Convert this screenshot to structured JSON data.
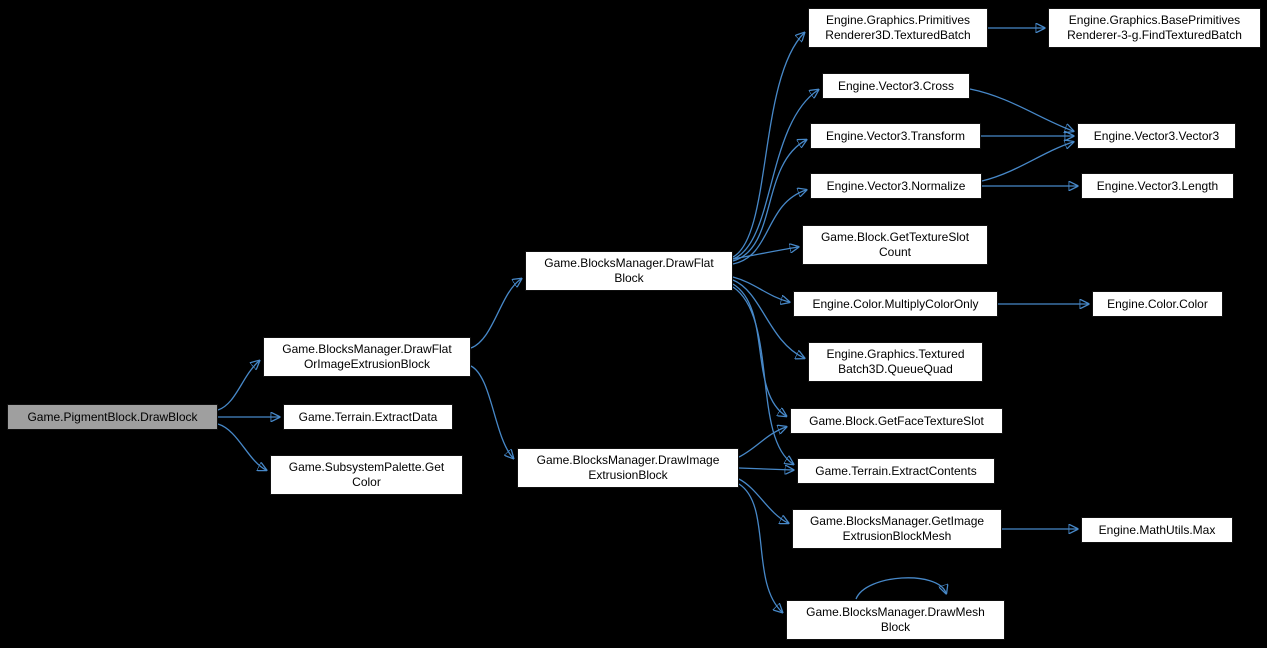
{
  "diagram": {
    "type": "call-graph",
    "colors": {
      "background": "#000000",
      "edge": "#4788c8",
      "node_fill": "#ffffff",
      "node_border": "#101010",
      "highlight_fill": "#9f9f9f",
      "text": "#000000"
    },
    "nodes": [
      {
        "id": "draw-block",
        "label": "Game.PigmentBlock.DrawBlock",
        "highlighted": true
      },
      {
        "id": "draw-flat-or-image-extrusion-block",
        "label": "Game.BlocksManager.DrawFlat\nOrImageExtrusionBlock",
        "highlighted": false
      },
      {
        "id": "extract-data",
        "label": "Game.Terrain.ExtractData",
        "highlighted": false
      },
      {
        "id": "get-color",
        "label": "Game.SubsystemPalette.Get\nColor",
        "highlighted": false
      },
      {
        "id": "draw-flat-block",
        "label": "Game.BlocksManager.DrawFlat\nBlock",
        "highlighted": false
      },
      {
        "id": "draw-image-extrusion-block",
        "label": "Game.BlocksManager.DrawImage\nExtrusionBlock",
        "highlighted": false
      },
      {
        "id": "textured-batch",
        "label": "Engine.Graphics.Primitives\nRenderer3D.TexturedBatch",
        "highlighted": false
      },
      {
        "id": "find-textured-batch",
        "label": "Engine.Graphics.BasePrimitives\nRenderer-3-g.FindTexturedBatch",
        "highlighted": false
      },
      {
        "id": "vector3-cross",
        "label": "Engine.Vector3.Cross",
        "highlighted": false
      },
      {
        "id": "vector3-transform",
        "label": "Engine.Vector3.Transform",
        "highlighted": false
      },
      {
        "id": "vector3-vector3",
        "label": "Engine.Vector3.Vector3",
        "highlighted": false
      },
      {
        "id": "vector3-normalize",
        "label": "Engine.Vector3.Normalize",
        "highlighted": false
      },
      {
        "id": "vector3-length",
        "label": "Engine.Vector3.Length",
        "highlighted": false
      },
      {
        "id": "get-texture-slot-count",
        "label": "Game.Block.GetTextureSlot\nCount",
        "highlighted": false
      },
      {
        "id": "multiply-color-only",
        "label": "Engine.Color.MultiplyColorOnly",
        "highlighted": false
      },
      {
        "id": "color-color",
        "label": "Engine.Color.Color",
        "highlighted": false
      },
      {
        "id": "queue-quad",
        "label": "Engine.Graphics.Textured\nBatch3D.QueueQuad",
        "highlighted": false
      },
      {
        "id": "get-face-texture-slot",
        "label": "Game.Block.GetFaceTextureSlot",
        "highlighted": false
      },
      {
        "id": "extract-contents",
        "label": "Game.Terrain.ExtractContents",
        "highlighted": false
      },
      {
        "id": "get-image-extrusion-block-mesh",
        "label": "Game.BlocksManager.GetImage\nExtrusionBlockMesh",
        "highlighted": false
      },
      {
        "id": "math-utils-max",
        "label": "Engine.MathUtils.Max",
        "highlighted": false
      },
      {
        "id": "draw-mesh-block",
        "label": "Game.BlocksManager.DrawMesh\nBlock",
        "highlighted": false
      }
    ],
    "edges": [
      {
        "from": "draw-block",
        "to": "draw-flat-or-image-extrusion-block"
      },
      {
        "from": "draw-block",
        "to": "extract-data"
      },
      {
        "from": "draw-block",
        "to": "get-color"
      },
      {
        "from": "draw-flat-or-image-extrusion-block",
        "to": "draw-flat-block"
      },
      {
        "from": "draw-flat-or-image-extrusion-block",
        "to": "draw-image-extrusion-block"
      },
      {
        "from": "draw-flat-block",
        "to": "textured-batch"
      },
      {
        "from": "draw-flat-block",
        "to": "vector3-cross"
      },
      {
        "from": "draw-flat-block",
        "to": "vector3-transform"
      },
      {
        "from": "draw-flat-block",
        "to": "vector3-normalize"
      },
      {
        "from": "draw-flat-block",
        "to": "get-texture-slot-count"
      },
      {
        "from": "draw-flat-block",
        "to": "multiply-color-only"
      },
      {
        "from": "draw-flat-block",
        "to": "queue-quad"
      },
      {
        "from": "draw-flat-block",
        "to": "get-face-texture-slot"
      },
      {
        "from": "draw-flat-block",
        "to": "extract-contents"
      },
      {
        "from": "textured-batch",
        "to": "find-textured-batch"
      },
      {
        "from": "vector3-cross",
        "to": "vector3-vector3"
      },
      {
        "from": "vector3-transform",
        "to": "vector3-vector3"
      },
      {
        "from": "vector3-normalize",
        "to": "vector3-vector3"
      },
      {
        "from": "vector3-normalize",
        "to": "vector3-length"
      },
      {
        "from": "multiply-color-only",
        "to": "color-color"
      },
      {
        "from": "draw-image-extrusion-block",
        "to": "get-face-texture-slot"
      },
      {
        "from": "draw-image-extrusion-block",
        "to": "extract-contents"
      },
      {
        "from": "draw-image-extrusion-block",
        "to": "get-image-extrusion-block-mesh"
      },
      {
        "from": "draw-image-extrusion-block",
        "to": "draw-mesh-block"
      },
      {
        "from": "get-image-extrusion-block-mesh",
        "to": "math-utils-max"
      },
      {
        "from": "draw-mesh-block",
        "to": "draw-mesh-block"
      }
    ]
  }
}
